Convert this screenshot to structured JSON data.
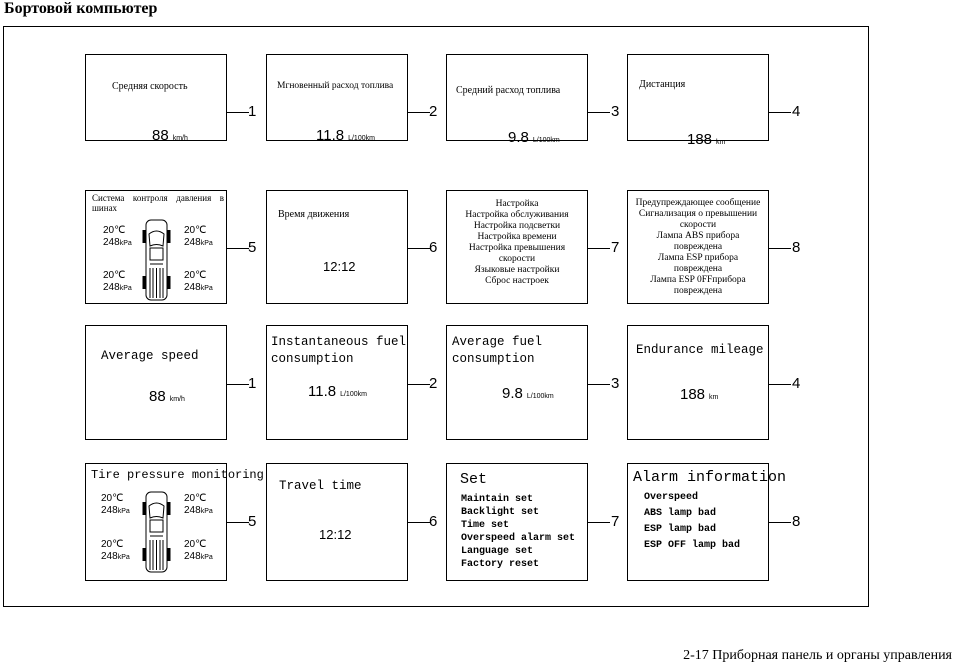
{
  "page_title": "Бортовой компьютер",
  "footer": "2-17  Приборная панель и органы управления",
  "tire_unit": "kPa",
  "ru": {
    "avg_speed": {
      "label": "Средняя скорость",
      "value": "88",
      "unit": "km/h",
      "callout": "1"
    },
    "inst_fuel": {
      "label": "Мгновенный расход топлива",
      "value": "11.8",
      "unit": "L/100km",
      "callout": "2"
    },
    "avg_fuel": {
      "label": "Средний расход топлива",
      "value": "9.8",
      "unit": "L/100km",
      "callout": "3"
    },
    "distance": {
      "label": "Дистанция",
      "value": "188",
      "unit": "km",
      "callout": "4"
    },
    "tpms": {
      "label": "Система контроля давления в шинах",
      "callout": "5",
      "fl_t": "20℃",
      "fl_p": "248",
      "fr_t": "20℃",
      "fr_p": "248",
      "rl_t": "20℃",
      "rl_p": "248",
      "rr_t": "20℃",
      "rr_p": "248"
    },
    "travel_time": {
      "label": "Время движения",
      "value": "12:12",
      "callout": "6"
    },
    "settings": {
      "items": [
        "Настройка",
        "Настройка обслуживания",
        "Настройка подсветки",
        "Настройка времени",
        "Настройка превышения",
        "скорости",
        "Языковые настройки",
        "Сброс настроек"
      ],
      "callout": "7"
    },
    "alarm": {
      "items": [
        "Предупреждающее сообщение",
        "Сигнализация о превышении",
        "скорости",
        "Лампа ABS прибора",
        "повреждена",
        "Лампа ESP прибора",
        "повреждена",
        "Лампа ESP 0FFприбора",
        "повреждена"
      ],
      "callout": "8"
    }
  },
  "en": {
    "avg_speed": {
      "label": "Average speed",
      "value": "88",
      "unit": "km/h",
      "callout": "1"
    },
    "inst_fuel": {
      "label1": "Instantaneous fuel",
      "label2": "consumption",
      "value": "11.8",
      "unit": "L/100km",
      "callout": "2"
    },
    "avg_fuel": {
      "label1": "Average fuel",
      "label2": "consumption",
      "value": "9.8",
      "unit": "L/100km",
      "callout": "3"
    },
    "mileage": {
      "label": "Endurance mileage",
      "value": "188",
      "unit": "km",
      "callout": "4"
    },
    "tpms": {
      "label": "Tire pressure monitoring",
      "callout": "5",
      "fl_t": "20℃",
      "fl_p": "248",
      "fr_t": "20℃",
      "fr_p": "248",
      "rl_t": "20℃",
      "rl_p": "248",
      "rr_t": "20℃",
      "rr_p": "248"
    },
    "travel_time": {
      "label": "Travel time",
      "value": "12:12",
      "callout": "6"
    },
    "settings": {
      "head": "Set",
      "items": [
        "Maintain set",
        "Backlight set",
        "Time set",
        "Overspeed alarm set",
        "Language set",
        "Factory reset"
      ],
      "callout": "7"
    },
    "alarm": {
      "head": "Alarm information",
      "items": [
        "Overspeed",
        "ABS lamp bad",
        "ESP lamp bad",
        "ESP OFF lamp bad"
      ],
      "callout": "8"
    }
  }
}
